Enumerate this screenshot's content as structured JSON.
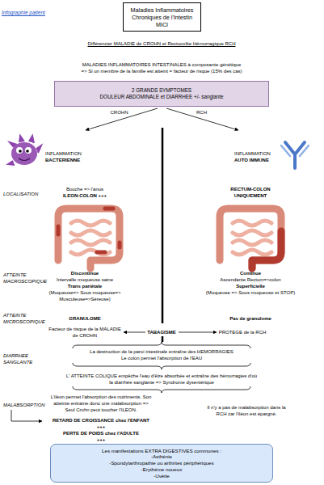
{
  "diagram": {
    "nodes": [
      {
        "text": [
          "Maladies Inflammatoires Chroniques de l'Intestin MICI"
        ]
      },
      {
        "text": [
          "2 GRANDS SYMPTOMES",
          "DOULEUR ABDOMINALE et DIARRHEE +/- sanglante"
        ]
      },
      {
        "text": [
          "Les manifestations EXTRA DIGESTIVES communes :",
          "-Asthénie",
          "-Spondylarthropathie ou arthrites périphériques",
          "-Erythème noueux",
          "-Uvéite"
        ]
      }
    ],
    "labels": [
      "Infographie patient",
      "Différencier MALADIE de CROHN et Rectocolite Hémorragique RCH",
      "MALADIES INFLAMMATOIRES INTESTINALES à composante génétique",
      "=> Si un membre de la famille est atteint = facteur de risque (15% des cas)",
      "CROHN",
      "RCH",
      "INFLAMMATION",
      "BACTERIENNE",
      "INFLAMMATION",
      "AUTO IMMUNE",
      "LOCALISATION",
      "Bouche => l'anus",
      "ILEON-COLON +++",
      "RECTUM-COLON UNIQUEMENT",
      "ATTEINTE MACROSCOPIQUE",
      "Discontinue",
      "Intervalle muqueuse saine",
      "Trans pariétale",
      "(Muqueuse=> Sous muqueuse=> Musculeuse=>Séreuse)",
      "Continue",
      "Ascendante Rectum=>colon",
      "Superficielle",
      "(Muqueuse => Sous muqueuse et STOP)",
      "ATTEINTE MICROSCOPIQUE",
      "GRANULOME",
      "Pas de granulome",
      "Facteur de risque de la MALADIE de CROHN",
      "TABAGISME",
      "PROTEGE de la RCH",
      "DIARRHEE SANGLANTE",
      "La destruction de la paroi intestinale entraîne des HEMORRAGIES",
      "Le colon permet l'absorption de l'EAU",
      "L' ATTEINTE COLIQUE empêche l'eau d'être absorbée et entraîne des hémorragies d'où la diarrhée sanglante => Syndrome dysentérique",
      "MALABSORPTION",
      "L'iléon permet l'absorption des nutriments. Son atteinte entraine donc une malabsorption => Seul Crohn peut toucher l'ILEON.",
      "RETARD DE CROISSANCE chez l'ENFANT",
      "+++",
      "PERTE DE POIDS chez l'ADULTE",
      "+++",
      "Il n'y a pas de malabsorption dans la RCH car l'iléon est épargné."
    ]
  }
}
